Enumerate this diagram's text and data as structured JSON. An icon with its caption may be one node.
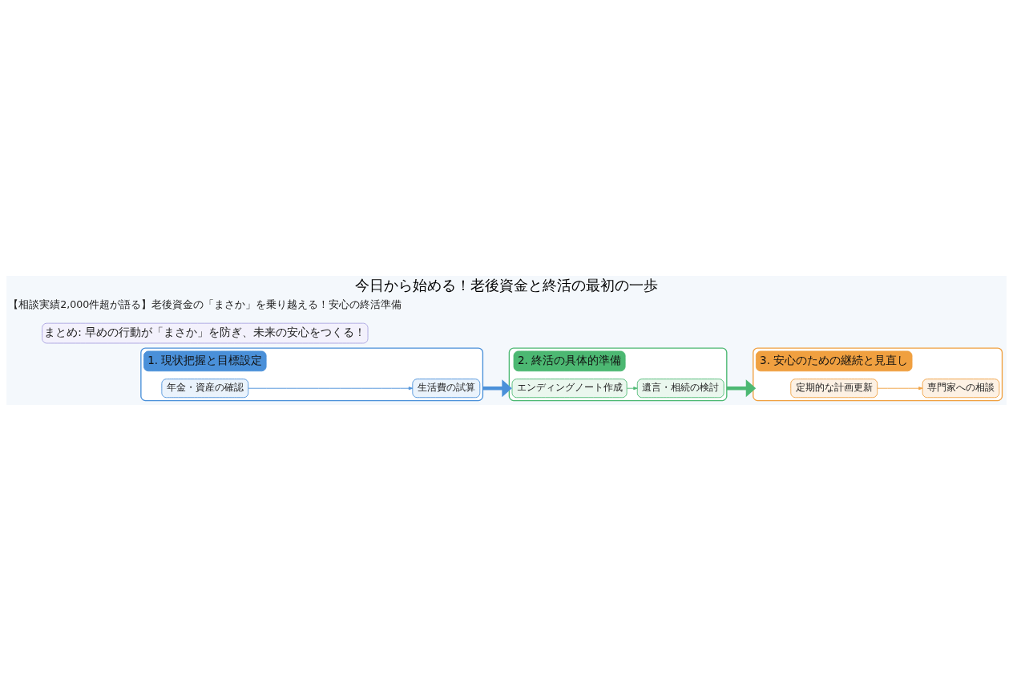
{
  "diagram": {
    "title": "今日から始める！老後資金と終活の最初の一歩",
    "nodes": [
      {
        "text": [],
        "shape": "box"
      },
      {
        "text": [
          "1. 現状把握と目標設定"
        ],
        "in": 0
      },
      {
        "text": [
          "年金・資産の確認"
        ],
        "in": 0
      },
      {
        "text": [
          "生活費の試算"
        ],
        "in": 0
      },
      {
        "text": [],
        "shape": "box"
      },
      {
        "text": [
          "2. 終活の具体的準備"
        ],
        "in": 4
      },
      {
        "text": [
          "エンディングノート作成"
        ],
        "in": 4
      },
      {
        "text": [
          "遺言・相続の検討"
        ],
        "in": 4
      },
      {
        "text": [],
        "shape": "box"
      },
      {
        "text": [
          "3. 安心のための継続と見直し"
        ],
        "in": 8
      },
      {
        "text": [
          "定期的な計画更新"
        ],
        "in": 8
      },
      {
        "text": [
          "専門家への相談"
        ],
        "in": 8
      },
      {
        "text": [
          "まとめ: 早めの行動が「まさか」を防ぎ、未来の安心をつくる！"
        ]
      }
    ],
    "edges": [
      {
        "from": 0,
        "to": 4,
        "arrow": "to",
        "style": "thick",
        "color": "#4a90d9"
      },
      {
        "from": 4,
        "to": 8,
        "arrow": "to",
        "style": "thick",
        "color": "#4cb872"
      },
      {
        "from": 2,
        "to": 3,
        "arrow": "to",
        "color": "#4a90d9"
      },
      {
        "from": 6,
        "to": 7,
        "arrow": "to",
        "color": "#4cb872"
      },
      {
        "from": 10,
        "to": 11,
        "arrow": "to",
        "color": "#f0a040"
      }
    ],
    "labels": [
      "【相談実績2,000件超が語る】老後資金の「まさか」を乗り越える！安心の終活準備"
    ]
  }
}
